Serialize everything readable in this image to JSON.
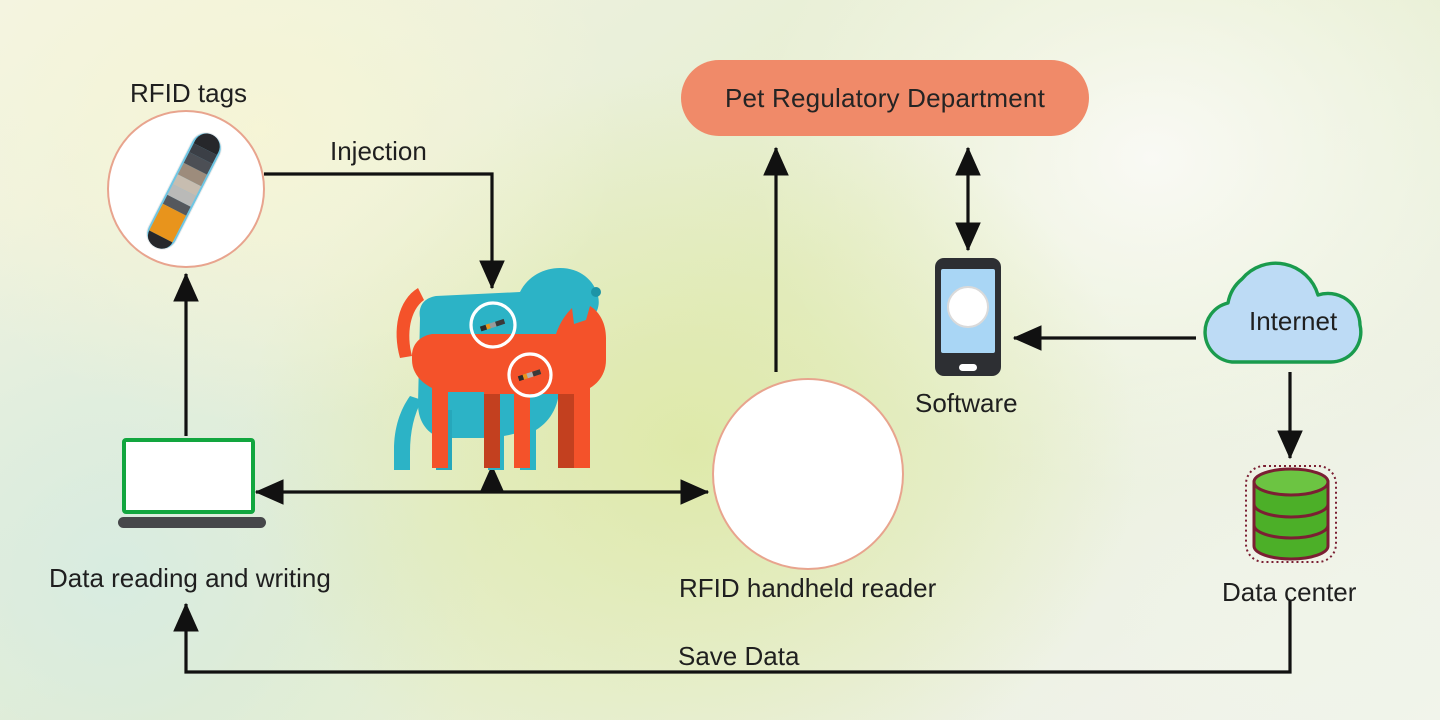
{
  "diagram": {
    "title": "RFID pet identification and management system workflow",
    "background_gradient": [
      "#f4f4e2",
      "#e6eecd",
      "#f2f3ee"
    ]
  },
  "nodes": {
    "department": {
      "label": "Pet Regulatory Department",
      "shape": "rounded-pill",
      "fill": "#f08a69",
      "text_color": "#242424"
    },
    "rfid_tags": {
      "label": "RFID tags",
      "shape": "circle-photo",
      "circle_fill": "#ffffff",
      "circle_stroke": "#e8a48e",
      "icon": "rfid-glass-capsule-tag"
    },
    "laptop": {
      "label": "Data reading and writing",
      "icon": "laptop-icon",
      "screen_fill": "#ffffff",
      "screen_stroke": "#12a63f",
      "base_fill": "#46474a"
    },
    "animals": {
      "label": "",
      "icon": "dog-and-cat-silhouettes",
      "dog_color": "#2cb3c6",
      "cat_color": "#f4522a",
      "highlight_ring_color": "#ffffff",
      "implant_sites": [
        "dog-shoulder",
        "cat-shoulder"
      ]
    },
    "reader": {
      "label": "RFID handheld reader",
      "shape": "circle-photo",
      "circle_fill": "#ffffff",
      "circle_stroke": "#e8a48e",
      "icon": "handheld-rfid-scanner",
      "wave_color": "#111111",
      "animal_color": "#1fb4c4"
    },
    "software": {
      "label": "Software",
      "icon": "smartphone-icon",
      "body_fill": "#2d2f33",
      "screen_fill": "#a9d6f5",
      "app_icon": "pet-face-icon"
    },
    "internet": {
      "label": "Internet",
      "icon": "cloud-icon",
      "fill": "#bddbf5",
      "stroke": "#1a9b4d"
    },
    "data_center": {
      "label": "Data center",
      "icon": "database-cylinder-icon",
      "fill": "#4caf28",
      "stroke": "#7b1f33"
    }
  },
  "edges": [
    {
      "id": "tags-to-animal",
      "label": "Injection",
      "from": "rfid_tags",
      "to": "animals",
      "arrow": "single",
      "style": "elbow"
    },
    {
      "id": "laptop-to-reader",
      "label": "",
      "from": "laptop",
      "to": "reader",
      "arrow": "double",
      "style": "straight"
    },
    {
      "id": "branch-to-animals",
      "label": "",
      "from": "laptop-reader-line",
      "to": "animals",
      "arrow": "single",
      "style": "straight"
    },
    {
      "id": "laptop-to-tags",
      "label": "",
      "from": "laptop",
      "to": "rfid_tags",
      "arrow": "single",
      "style": "straight"
    },
    {
      "id": "reader-to-department",
      "label": "",
      "from": "reader",
      "to": "department",
      "arrow": "single",
      "style": "straight"
    },
    {
      "id": "software-to-department",
      "label": "",
      "from": "software",
      "to": "department",
      "arrow": "double",
      "style": "straight"
    },
    {
      "id": "internet-to-software",
      "label": "",
      "from": "internet",
      "to": "software",
      "arrow": "single",
      "style": "straight"
    },
    {
      "id": "internet-to-data-center",
      "label": "",
      "from": "internet",
      "to": "data_center",
      "arrow": "single",
      "style": "straight"
    },
    {
      "id": "data-center-to-laptop",
      "label": "Save Data",
      "from": "data_center",
      "to": "laptop",
      "arrow": "single",
      "style": "elbow-bottom"
    }
  ],
  "labels": {
    "rfid_tags": "RFID tags",
    "injection": "Injection",
    "software": "Software",
    "internet": "Internet",
    "data_center": "Data center",
    "data_reading_writing": "Data reading and writing",
    "rfid_handheld_reader": "RFID handheld reader",
    "save_data": "Save Data",
    "department": "Pet Regulatory Department"
  }
}
